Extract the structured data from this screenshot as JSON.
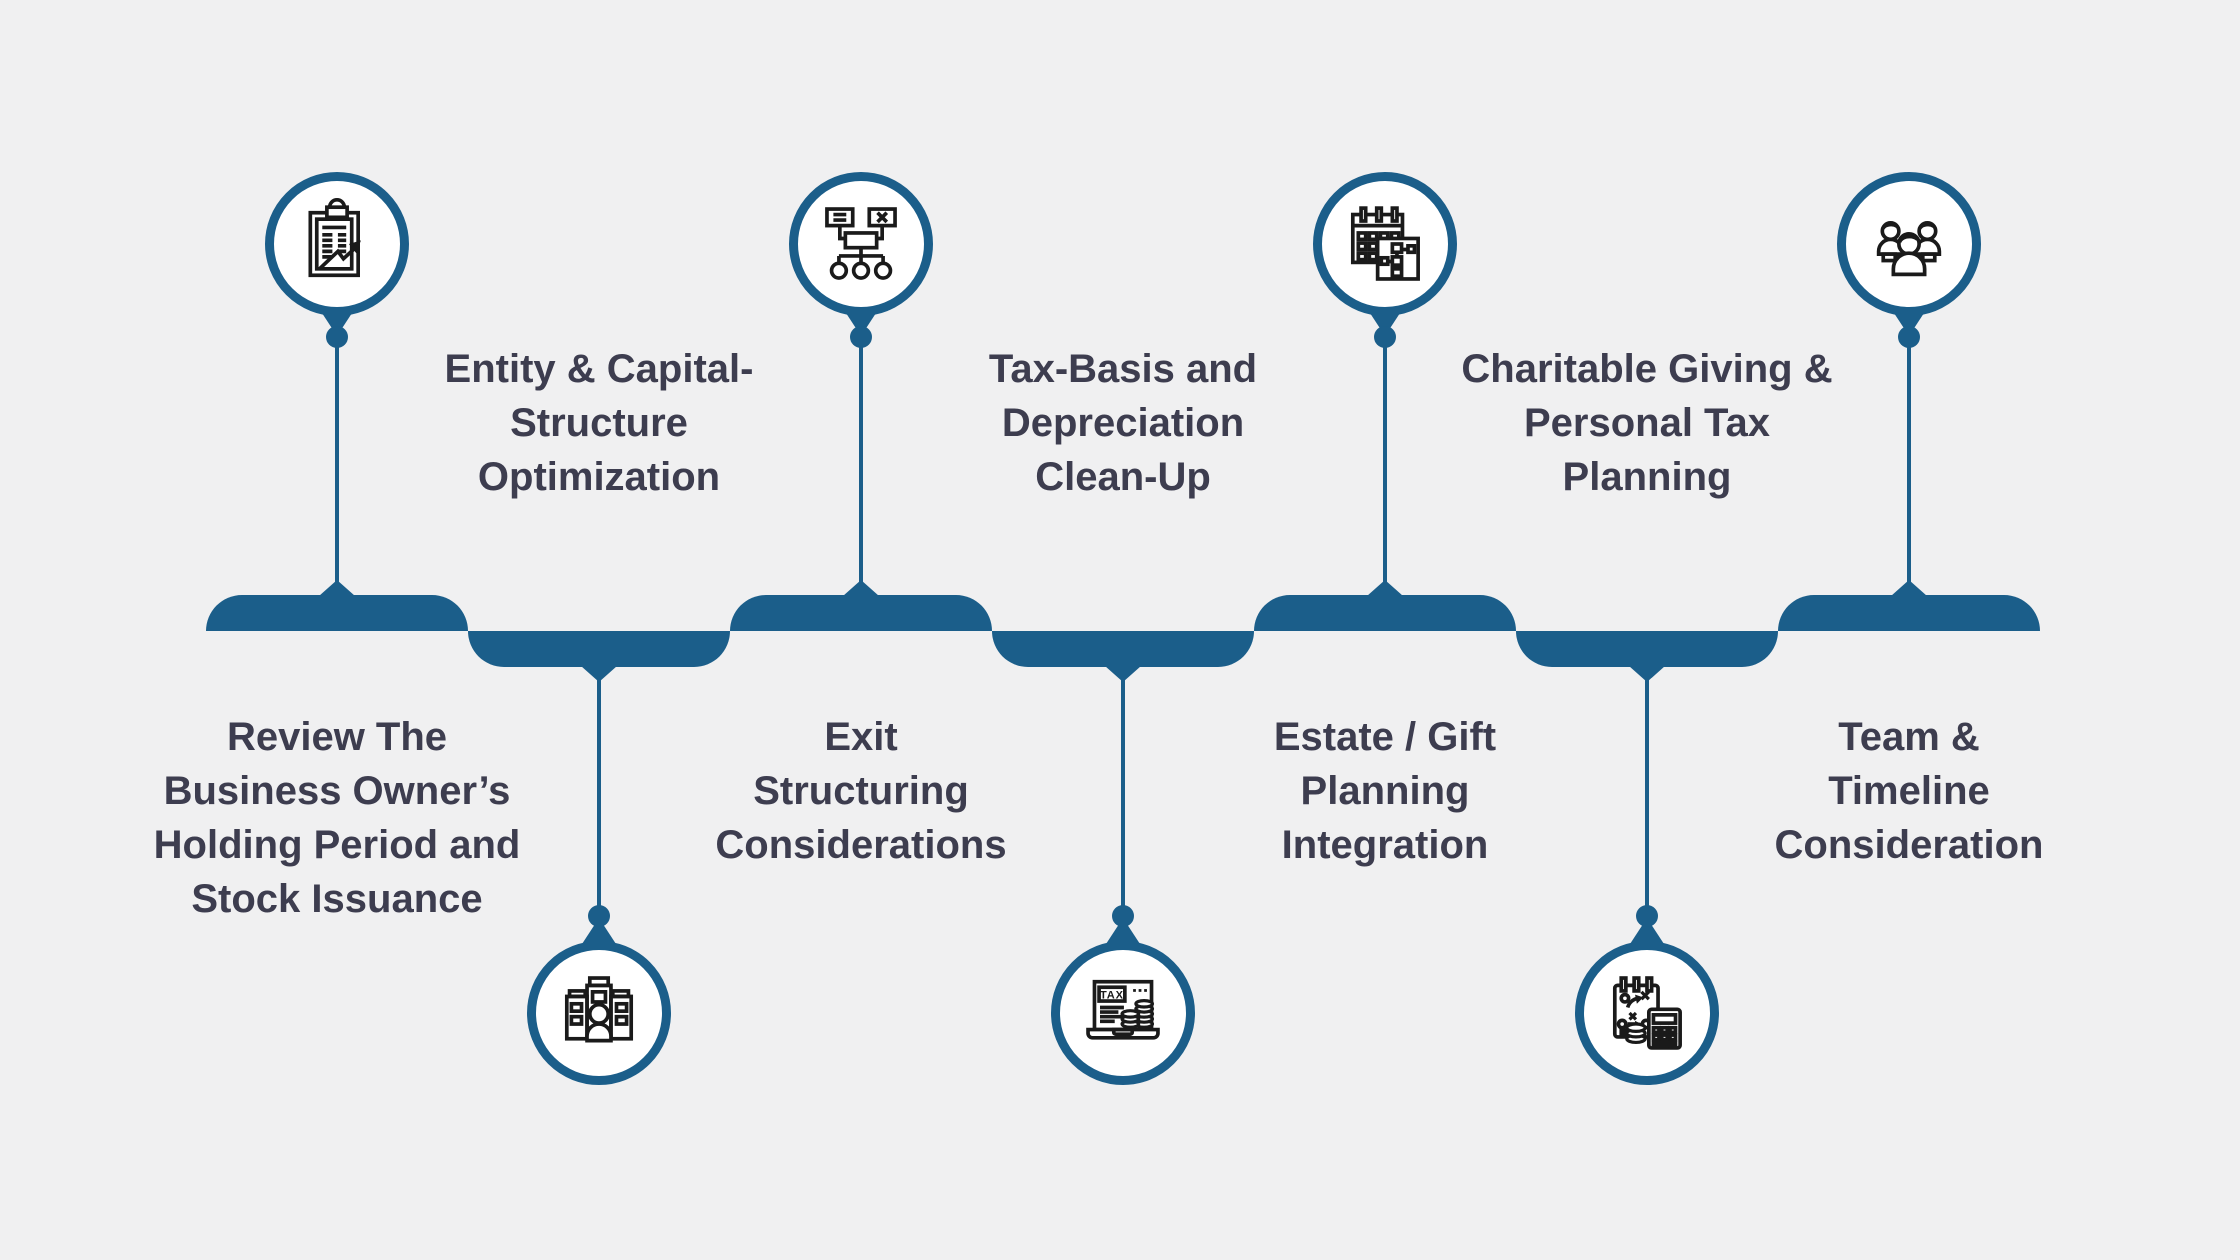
{
  "diagram_type": "alternating-timeline-infographic",
  "colors": {
    "accent": "#1b5e8a",
    "text": "#3d3d4f",
    "background": "#f0f0f1",
    "circle_fill": "#ffffff",
    "icon_line": "#1a1a1a"
  },
  "steps": [
    {
      "label": "Review The\nBusiness Owner’s\nHolding Period and\nStock Issuance",
      "icon": "clipboard-growth-icon",
      "icon_position": "top"
    },
    {
      "label": "Entity & Capital-\nStructure\nOptimization",
      "icon": "corporate-building-icon",
      "icon_position": "bottom"
    },
    {
      "label": "Exit\nStructuring\nConsiderations",
      "icon": "decision-flowchart-icon",
      "icon_position": "top"
    },
    {
      "label": "Tax-Basis and\nDepreciation\nClean-Up",
      "icon": "tax-laptop-icon",
      "icon_position": "bottom"
    },
    {
      "label": "Estate / Gift\nPlanning\nIntegration",
      "icon": "calendar-flowchart-icon",
      "icon_position": "top"
    },
    {
      "label": "Charitable Giving &\nPersonal Tax\nPlanning",
      "icon": "strategy-calculator-icon",
      "icon_position": "bottom"
    },
    {
      "label": "Team &\nTimeline\nConsideration",
      "icon": "team-icon",
      "icon_position": "top"
    }
  ]
}
